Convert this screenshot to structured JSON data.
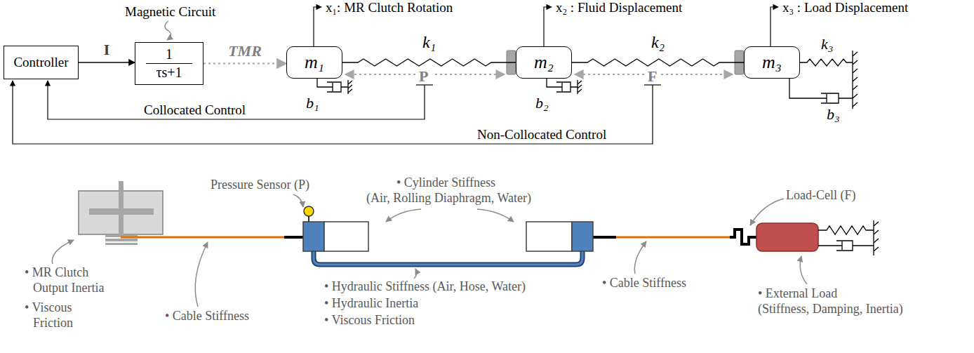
{
  "diagram": {
    "nodes": [
      {
        "text": [
          "Controller"
        ]
      },
      {
        "text": [
          "1",
          "τs+1"
        ]
      },
      {
        "text": [
          "m₁"
        ]
      },
      {
        "text": [
          "m₂"
        ]
      },
      {
        "text": [
          "m₃"
        ]
      }
    ],
    "edges": [
      {
        "from": 0,
        "to": 1,
        "arrow": "to",
        "label": "I"
      },
      {
        "from": 1,
        "to": 2,
        "arrow": "to",
        "label": "TMR"
      },
      {
        "from": 2,
        "to": 3,
        "arrow": "none",
        "label": "k₁"
      },
      {
        "from": 3,
        "to": 4,
        "arrow": "none",
        "label": "k₂"
      }
    ],
    "labels": [
      "Magnetic Circuit",
      "x₁: MR Clutch Rotation",
      "x₂ : Fluid Displacement",
      "x₃ : Load Displacement",
      "k₃",
      "b₁",
      "b₂",
      "b₃",
      "P",
      "F",
      "Collocated Control",
      "Non-Collocated Control",
      "Pressure Sensor (P)",
      "• Cylinder Stiffness",
      "(Air, Rolling Diaphragm, Water)",
      "Load-Cell (F)",
      "• MR Clutch",
      "Output Inertia",
      "• Viscous",
      "Friction",
      "• Cable Stiffness",
      "• Hydraulic Stiffness (Air, Hose, Water)",
      "• Hydraulic Inertia",
      "• Viscous Friction",
      "• Cable Stiffness",
      "• External Load",
      "(Stiffness, Damping, Inertia)"
    ]
  }
}
